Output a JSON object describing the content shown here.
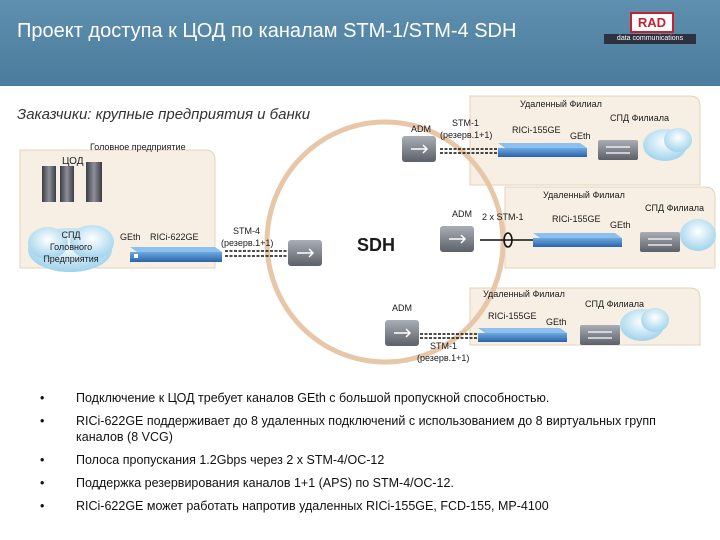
{
  "header": {
    "title": "Проект доступа к ЦОД по каналам STM-1/STM-4 SDH",
    "logo_text": "RAD",
    "logo_sub": "data communications"
  },
  "subtitle": "Заказчики: крупные предприятия и банки",
  "hq": {
    "panel_label": "Головное предприятие",
    "dc_label": "ЦОД",
    "cloud_line1": "СПД",
    "cloud_line2": "Головного",
    "cloud_line3": "Предприятия",
    "geth": "GEth",
    "device": "RICi-622GE",
    "link_line1": "STM-4",
    "link_line2": "(резерв.1+1)"
  },
  "sdh_label": "SDH",
  "branches": [
    {
      "title": "Удаленный Филиал",
      "net": "СПД Филиала",
      "adm": "ADM",
      "link_line1": "STM-1",
      "link_line2": "(резерв.1+1)",
      "device": "RICi-155GE",
      "geth": "GEth"
    },
    {
      "title": "Удаленный Филиал",
      "net": "СПД Филиала",
      "adm": "ADM",
      "link_line1": "2 x STM-1",
      "device": "RICi-155GE",
      "geth": "GEth"
    },
    {
      "title": "Удаленный Филиал",
      "net": "СПД Филиала",
      "adm": "ADM",
      "device": "RICi-155GE",
      "geth": "GEth",
      "link_line1": "STM-1",
      "link_line2": "(резерв.1+1)"
    }
  ],
  "bullets": [
    "Подключение к ЦОД требует каналов  GEth с большой пропускной способностью.",
    "RICi-622GE поддерживает до 8 удаленных подключений с использованием до 8 виртуальных групп каналов (8 VCG)",
    "Полоса пропускания 1.2Gbps через 2 x STM-4/OC-12",
    "Поддержка резервирования каналов 1+1 (APS)  по STM-4/OC-12.",
    "RICi-622GE может работать напротив удаленных RICi-155GE, FCD-155, MP-4100"
  ],
  "bullet_symbol": "•",
  "colors": {
    "header": "#4f819f",
    "ring": "#e8c7a8",
    "panel": "#f7efe3",
    "device": "#3d7fc4",
    "cloud": "#bfe2f2"
  }
}
